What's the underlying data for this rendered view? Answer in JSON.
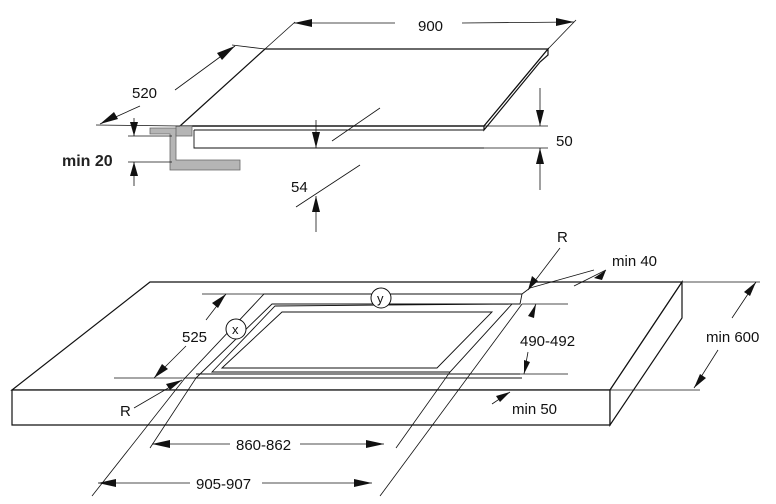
{
  "hob": {
    "width_label": "900",
    "depth_label": "520",
    "height_label": "50",
    "clearance_label": "54",
    "min_worktop_label": "min 20"
  },
  "cutout": {
    "corner_radius_label": "R",
    "corner_radius_label_2": "R",
    "y_marker": "y",
    "x_marker": "x",
    "depth_label": "525",
    "depth_range_label": "490-492",
    "inner_width_label": "860-862",
    "outer_width_label": "905-907",
    "back_min_label": "min 40",
    "worktop_depth_label": "min 600",
    "front_min_label": "min 50"
  },
  "colors": {
    "bracket": "#b5b5b5",
    "line": "#111111"
  }
}
